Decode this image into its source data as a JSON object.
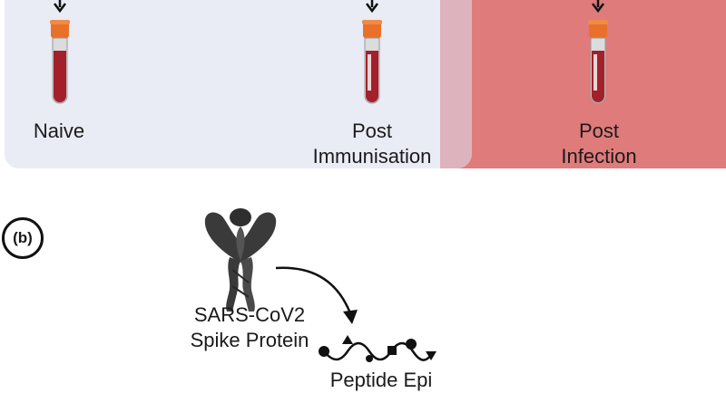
{
  "panel_a": {
    "samples": [
      {
        "label_lines": [
          "Naive"
        ]
      },
      {
        "label_lines": [
          "Post",
          "Immunisation"
        ]
      },
      {
        "label_lines": [
          "Post",
          "Infection"
        ]
      }
    ]
  },
  "panel_b": {
    "badge": "(b)",
    "spike_label": [
      "SARS-CoV2",
      "Spike Protein"
    ],
    "peptide_label": "Peptide Epi"
  },
  "colors": {
    "blue_panel": "#e9ebf5",
    "red_panel": "#e07b7b",
    "tube_cap": "#e8702a",
    "blood": "#a3202a",
    "spike": "#3a3a3a"
  }
}
